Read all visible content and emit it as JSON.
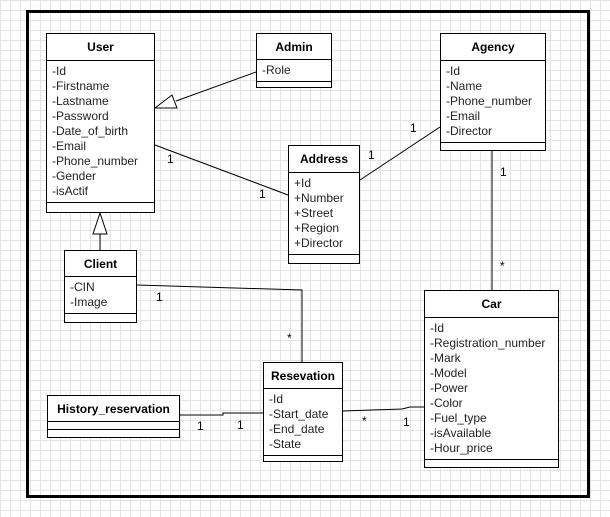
{
  "classes": {
    "user": {
      "name": "User",
      "attributes": [
        "-Id",
        "-Firstname",
        "-Lastname",
        "-Password",
        "-Date_of_birth",
        "-Email",
        "-Phone_number",
        "-Gender",
        "-isActif"
      ]
    },
    "admin": {
      "name": "Admin",
      "attributes": [
        "-Role"
      ]
    },
    "agency": {
      "name": "Agency",
      "attributes": [
        "-Id",
        "-Name",
        "-Phone_number",
        "-Email",
        "-Director"
      ]
    },
    "address": {
      "name": "Address",
      "attributes": [
        "+Id",
        "+Number",
        "+Street",
        "+Region",
        "+Director"
      ]
    },
    "client": {
      "name": "Client",
      "attributes": [
        "-CIN",
        "-Image"
      ]
    },
    "car": {
      "name": "Car",
      "attributes": [
        "-Id",
        "-Registration_number",
        "-Mark",
        "-Model",
        "-Power",
        "-Color",
        "-Fuel_type",
        "-isAvailable",
        "-Hour_price"
      ]
    },
    "reservation": {
      "name": "Resevation",
      "attributes": [
        "-Id",
        "-Start_date",
        "-End_date",
        "-State"
      ]
    },
    "history": {
      "name": "History_reservation",
      "attributes": []
    }
  },
  "multiplicities": {
    "user_address_user": "1",
    "user_address_address": "1",
    "address_agency_address": "1",
    "address_agency_agency": "1",
    "agency_car_agency": "1",
    "agency_car_car": "*",
    "client_reservation_client": "1",
    "client_reservation_reservation": "*",
    "history_reservation_history": "1",
    "history_reservation_reservation": "1",
    "reservation_car_reservation": "*",
    "reservation_car_car": "1"
  }
}
